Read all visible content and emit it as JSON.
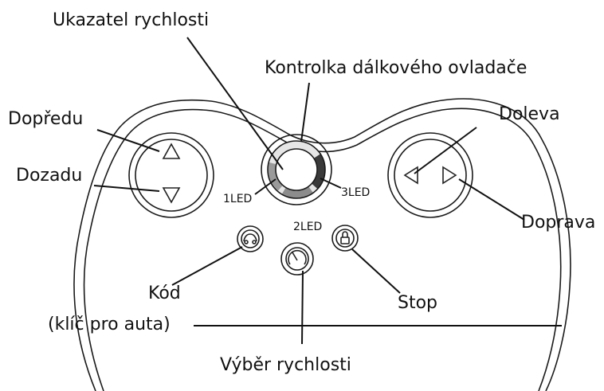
{
  "labels": {
    "speed_indicator": "Ukazatel rychlosti",
    "remote_indicator": "Kontrolka dálkového ovladače",
    "forward": "Dopředu",
    "backward": "Dozadu",
    "left": "Doleva",
    "right": "Doprava",
    "led1": "1LED",
    "led2": "2LED",
    "led3": "3LED",
    "code": "Kód",
    "code_sub": "(klíč pro auta)",
    "stop": "Stop",
    "speed_select": "Výběr rychlosti"
  },
  "icons": {
    "forward": "triangle-up-icon",
    "backward": "triangle-down-icon",
    "left": "triangle-left-icon",
    "right": "triangle-right-icon",
    "code": "car-key-icon",
    "stop": "lock-icon",
    "speed": "speedometer-icon"
  },
  "colors": {
    "outline": "#1a1a1a",
    "led_gray": "#9a9a9a",
    "led_dark": "#3a3a3a"
  }
}
